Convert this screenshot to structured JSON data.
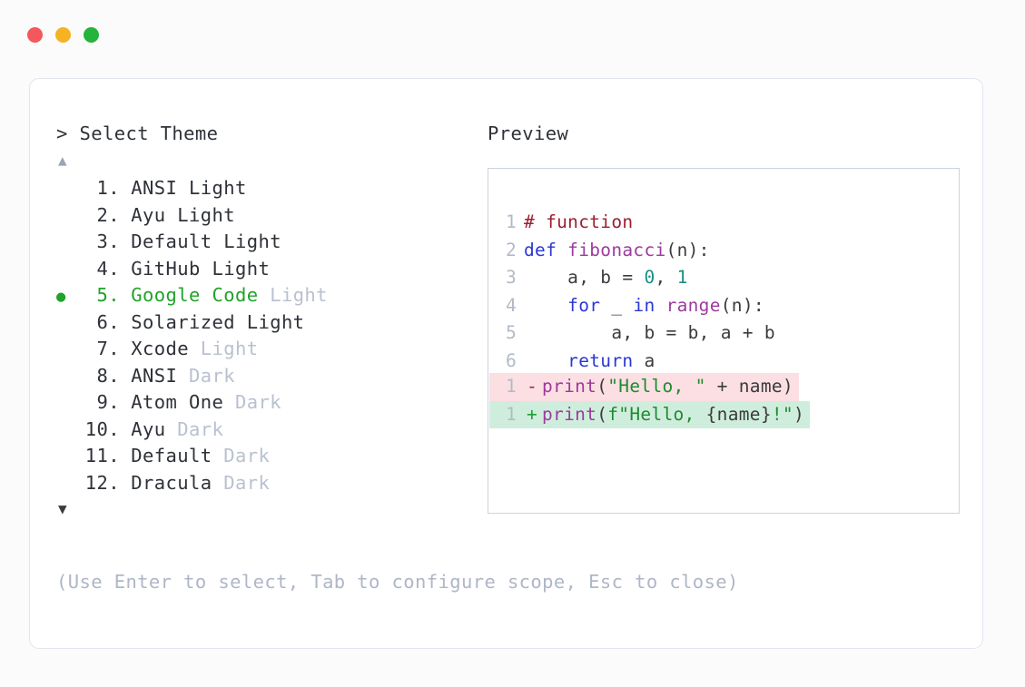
{
  "window": {
    "dots": [
      {
        "name": "close-dot",
        "color": "#f4585c"
      },
      {
        "name": "minimize-dot",
        "color": "#f5b323"
      },
      {
        "name": "maximize-dot",
        "color": "#24b33c"
      }
    ]
  },
  "selector": {
    "prompt": "> Select Theme",
    "scroll_up_indicator": "▲",
    "scroll_down_indicator": "▼",
    "selected_bullet": "●",
    "selected_index": 5,
    "selected_color": "#1fa32a",
    "items": [
      {
        "number": "1.",
        "name": "ANSI Light",
        "suffix": "",
        "selected": false
      },
      {
        "number": "2.",
        "name": "Ayu Light",
        "suffix": "",
        "selected": false
      },
      {
        "number": "3.",
        "name": "Default Light",
        "suffix": "",
        "selected": false
      },
      {
        "number": "4.",
        "name": "GitHub Light",
        "suffix": "",
        "selected": false
      },
      {
        "number": "5.",
        "name": "Google Code",
        "suffix": "Light",
        "selected": true
      },
      {
        "number": "6.",
        "name": "Solarized Light",
        "suffix": "",
        "selected": false
      },
      {
        "number": "7.",
        "name": "Xcode",
        "suffix": "Light",
        "selected": false
      },
      {
        "number": "8.",
        "name": "ANSI",
        "suffix": "Dark",
        "selected": false
      },
      {
        "number": "9.",
        "name": "Atom One",
        "suffix": "Dark",
        "selected": false
      },
      {
        "number": "10.",
        "name": "Ayu",
        "suffix": "Dark",
        "selected": false
      },
      {
        "number": "11.",
        "name": "Default",
        "suffix": "Dark",
        "selected": false
      },
      {
        "number": "12.",
        "name": "Dracula",
        "suffix": "Dark",
        "selected": false
      }
    ],
    "hint": "(Use Enter to select, Tab to configure scope, Esc to close)"
  },
  "preview": {
    "label": "Preview",
    "code_lines": [
      {
        "number": "1",
        "tokens": [
          {
            "text": "# function",
            "type": "comment"
          }
        ]
      },
      {
        "number": "2",
        "tokens": [
          {
            "text": "def ",
            "type": "keyword"
          },
          {
            "text": "fibonacci",
            "type": "func"
          },
          {
            "text": "(n):",
            "type": "plain"
          }
        ]
      },
      {
        "number": "3",
        "tokens": [
          {
            "text": "    a, b = ",
            "type": "plain"
          },
          {
            "text": "0",
            "type": "number"
          },
          {
            "text": ", ",
            "type": "plain"
          },
          {
            "text": "1",
            "type": "number"
          }
        ]
      },
      {
        "number": "4",
        "tokens": [
          {
            "text": "    ",
            "type": "plain"
          },
          {
            "text": "for",
            "type": "keyword"
          },
          {
            "text": " _ ",
            "type": "plain"
          },
          {
            "text": "in",
            "type": "keyword"
          },
          {
            "text": " ",
            "type": "plain"
          },
          {
            "text": "range",
            "type": "builtin"
          },
          {
            "text": "(n):",
            "type": "plain"
          }
        ]
      },
      {
        "number": "5",
        "tokens": [
          {
            "text": "        a, b = b, a + b",
            "type": "plain"
          }
        ]
      },
      {
        "number": "6",
        "tokens": [
          {
            "text": "    ",
            "type": "plain"
          },
          {
            "text": "return",
            "type": "keyword"
          },
          {
            "text": " a",
            "type": "plain"
          }
        ]
      }
    ],
    "diff_lines": [
      {
        "number": "1",
        "marker": "-",
        "kind": "removed",
        "background": "#fbdfe3",
        "tokens": [
          {
            "text": "print",
            "type": "builtin"
          },
          {
            "text": "(",
            "type": "plain"
          },
          {
            "text": "\"Hello, \"",
            "type": "string"
          },
          {
            "text": " + name)",
            "type": "plain"
          }
        ]
      },
      {
        "number": "1",
        "marker": "+",
        "kind": "added",
        "background": "#cfeddc",
        "tokens": [
          {
            "text": "print",
            "type": "builtin"
          },
          {
            "text": "(",
            "type": "plain"
          },
          {
            "text": "f\"Hello, ",
            "type": "string"
          },
          {
            "text": "{name}",
            "type": "plain"
          },
          {
            "text": "!\"",
            "type": "string"
          },
          {
            "text": ")",
            "type": "plain"
          }
        ]
      }
    ]
  }
}
